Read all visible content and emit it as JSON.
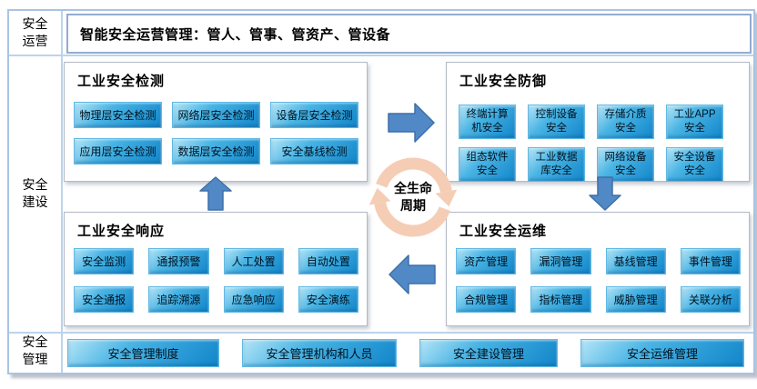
{
  "rows": {
    "operations": {
      "label": "安全\n运营",
      "banner": "智能安全运营管理：管人、管事、管资产、管设备"
    },
    "construction": {
      "label": "安全\n建设",
      "lifecycle_label": "全生命\n周期",
      "quadrants": {
        "detection": {
          "title": "工业安全检测",
          "items": [
            "物理层安全检测",
            "网络层安全检测",
            "设备层安全检测",
            "应用层安全检测",
            "数据层安全检测",
            "安全基线检测"
          ]
        },
        "defense": {
          "title": "工业安全防御",
          "items": [
            "终端计算\n机安全",
            "控制设备\n安全",
            "存储介质\n安全",
            "工业APP\n安全",
            "组态软件\n安全",
            "工业数据\n库安全",
            "网络设备\n安全",
            "安全设备\n安全"
          ]
        },
        "response": {
          "title": "工业安全响应",
          "items": [
            "安全监测",
            "通报预警",
            "人工处置",
            "自动处置",
            "安全通报",
            "追踪溯源",
            "应急响应",
            "安全演练"
          ]
        },
        "maintenance": {
          "title": "工业安全运维",
          "items": [
            "资产管理",
            "漏洞管理",
            "基线管理",
            "事件管理",
            "合规管理",
            "指标管理",
            "威胁管理",
            "关联分析"
          ]
        }
      }
    },
    "management": {
      "label": "安全\n管理",
      "items": [
        "安全管理制度",
        "安全管理机构和人员",
        "安全建设管理",
        "安全运维管理"
      ]
    }
  },
  "icons": {
    "arrow_right": "arrow-right-icon",
    "arrow_down": "arrow-down-icon",
    "arrow_up": "arrow-up-icon",
    "arrow_left": "arrow-left-icon",
    "cycle": "lifecycle-cycle-icon"
  },
  "colors": {
    "frame_border": "#a9c3e3",
    "divider": "#bcd3ec",
    "box_border": "#b3bac6",
    "button_gradient_light": "#b5e5f7",
    "button_gradient_dark": "#1186ca",
    "flow_arrow_blue": "#5189c7",
    "cycle_peach": "#f5cdb5",
    "text": "#000000"
  }
}
